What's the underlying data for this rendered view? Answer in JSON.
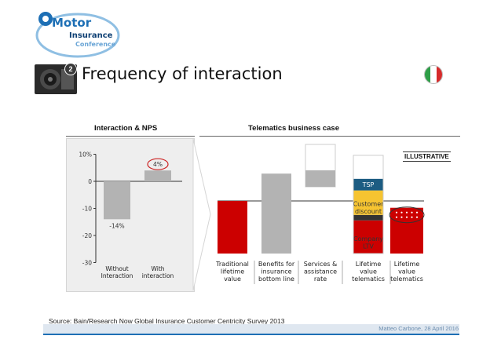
{
  "header": {
    "logo_line1": "Motor",
    "logo_line2": "Insurance",
    "logo_line3": "Conference",
    "section_number": "2",
    "title": "Frequency of interaction",
    "flag_colors": [
      "#2e9e47",
      "#ffffff",
      "#d62b2b"
    ]
  },
  "left_section_label": "Interaction & NPS",
  "right_section_label": "Telematics business case",
  "illustrative_label": "ILLUSTRATIVE",
  "source": "Source: Bain/Research Now Global Insurance Customer Centricity Survey 2013",
  "author": "Matteo Carbone, 28 April 2016",
  "colors": {
    "grey_bar": "#b3b3b3",
    "red": "#cc0000",
    "tsp": "#1c5c82",
    "discount": "#f6c431",
    "dark": "#333333",
    "panel": "#eeeeee",
    "accent_blue": "#1d6fb5",
    "circle": "#cc2222"
  },
  "chart_data": [
    {
      "type": "bar",
      "title": "Interaction & NPS",
      "categories": [
        "Without\nInteraction",
        "With\ninteraction"
      ],
      "values": [
        -14,
        4
      ],
      "data_labels": [
        "-14%",
        "4%"
      ],
      "yticks": [
        "10%",
        "0",
        "-10",
        "-20",
        "-30"
      ],
      "ytick_values": [
        10,
        0,
        -10,
        -20,
        -30
      ],
      "ylim": [
        -30,
        10
      ],
      "grid": false
    },
    {
      "type": "bar",
      "subtype": "waterfall",
      "title": "Telematics business case",
      "categories": [
        "Traditional\nlifetime\nvalue",
        "Benefits for\ninsurance\nbottom line",
        "Services &\nassistance\nrate",
        "Lifetime\nvalue\ntelematics",
        "Lifetime\nvalue\ntelematics"
      ],
      "values": [
        100,
        152,
        66,
        142,
        87
      ],
      "base_values": [
        0,
        0,
        152,
        0,
        0
      ],
      "stack_labels": [
        "TSP",
        "Customer\ndiscount",
        "Company\nLTV"
      ],
      "stack_values": [
        22,
        57,
        63
      ],
      "grid": false
    }
  ]
}
